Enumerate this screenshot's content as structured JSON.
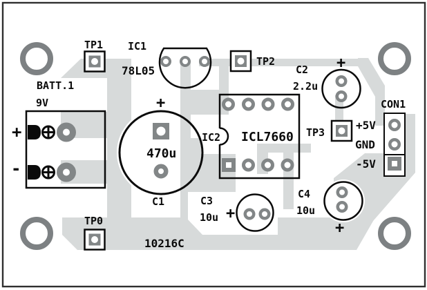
{
  "board": {
    "code": "10216C",
    "type": "pcb-component-layout",
    "colors": {
      "copper": "#d7dada",
      "pad_gray": "#828687",
      "hole_ring_gray": "#7d8183",
      "silkscreen": "#0a0a0a",
      "border": "#2f2f2f",
      "background": "#ffffff"
    }
  },
  "components": {
    "batt": {
      "ref": "BATT.1",
      "value": "9V",
      "pin_plus": "+",
      "pin_minus": "-"
    },
    "tp1": {
      "label": "TP1"
    },
    "tp2": {
      "label": "TP2"
    },
    "tp3": {
      "label": "TP3"
    },
    "tp0": {
      "label": "TP0"
    },
    "ic1": {
      "ref": "IC1",
      "value": "78L05"
    },
    "ic2": {
      "ref": "IC2",
      "value": "ICL7660"
    },
    "c1": {
      "ref": "C1",
      "value": "470u",
      "polarity": "+"
    },
    "c2": {
      "ref": "C2",
      "value": "2.2u",
      "polarity": "+"
    },
    "c3": {
      "ref": "C3",
      "value": "10u",
      "polarity": "+"
    },
    "c4": {
      "ref": "C4",
      "value": "10u",
      "polarity": "+"
    },
    "con1": {
      "ref": "CON1",
      "pins": [
        "+5V",
        "GND",
        "-5V"
      ]
    }
  }
}
